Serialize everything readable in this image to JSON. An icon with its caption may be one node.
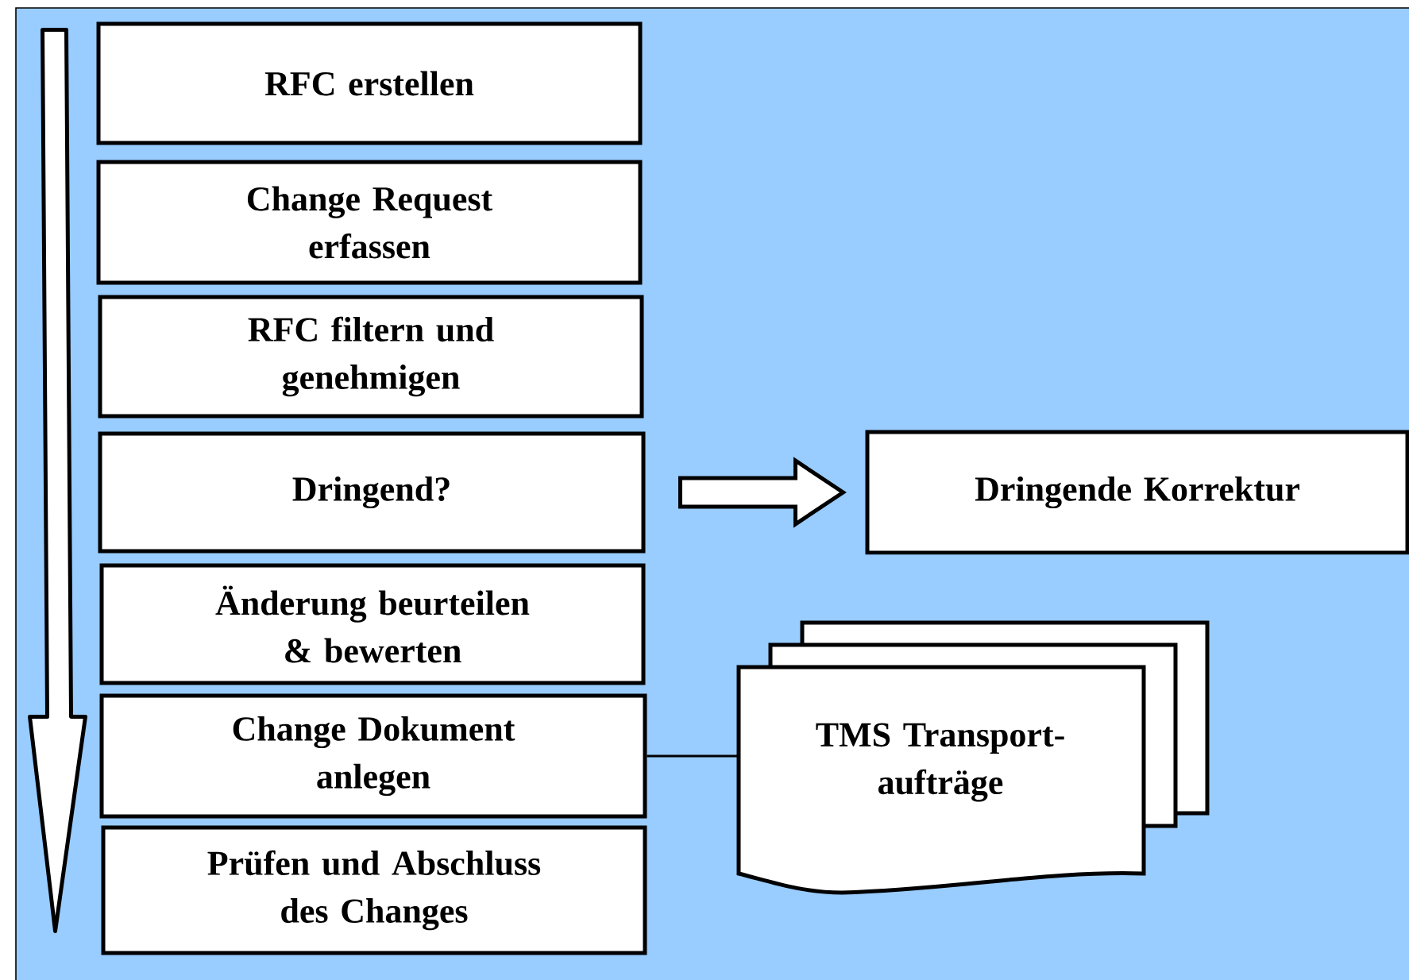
{
  "diagram": {
    "nodes": [
      {
        "text": [
          "RFC erstellen"
        ]
      },
      {
        "text": [
          "Change Request erfassen"
        ]
      },
      {
        "text": [
          "RFC filtern und genehmigen"
        ]
      },
      {
        "text": [
          "Dringend?"
        ]
      },
      {
        "text": [
          "Änderung beurteilen & bewerten"
        ]
      },
      {
        "text": [
          "Change Dokument anlegen"
        ]
      },
      {
        "text": [
          "Prüfen und Abschluss des Changes"
        ]
      },
      {
        "text": [
          "Dringende Korrektur"
        ]
      },
      {
        "text": [
          "TMS Transport- aufträge"
        ]
      }
    ],
    "edges": [
      {
        "from": 0,
        "to": 6,
        "arrow": "to"
      },
      {
        "from": 3,
        "to": 7,
        "arrow": "to"
      },
      {
        "from": 5,
        "to": 8,
        "arrow": "none"
      }
    ]
  }
}
